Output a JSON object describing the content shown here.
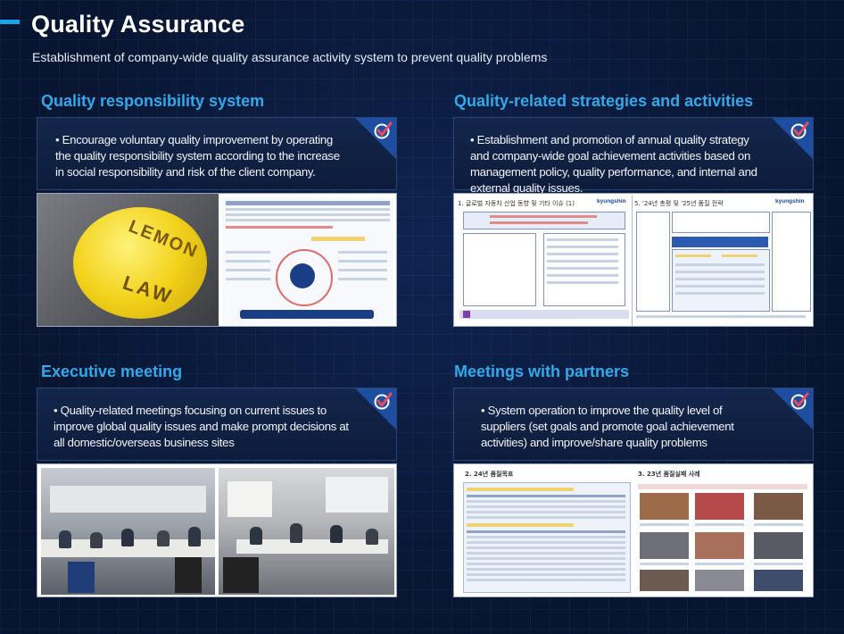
{
  "header": {
    "title": "Quality Assurance",
    "subtitle": "Establishment of company-wide quality assurance activity system to prevent quality problems"
  },
  "sections": [
    {
      "title": "Quality responsibility system",
      "text": "• Encourage voluntary quality improvement by operating the quality responsibility system according to the increase in social responsibility and risk of the client company.",
      "image": {
        "lemon_text_1": "LEMON",
        "lemon_text_2": "LAW"
      }
    },
    {
      "title": "Quality-related strategies and activities",
      "text": "• Establishment and promotion of annual quality strategy and company-wide goal achievement activities based on management policy, quality performance, and internal and external quality issues.",
      "image": {
        "left_heading": "1. 글로벌 자동차 산업 동향 및 기타 이슈 (1)",
        "right_heading": "5. '24년 총평 및 '25년 품질 전략",
        "logo": "kyungshin"
      }
    },
    {
      "title": "Executive meeting",
      "text": "• Quality-related meetings focusing on current issues to improve global quality issues and make prompt decisions at all domestic/overseas business sites"
    },
    {
      "title": "Meetings with partners",
      "text": "• System operation to improve the quality level of suppliers (set goals and promote goal achievement activities) and improve/share quality problems",
      "image": {
        "left_heading": "2. 24년 품질목표",
        "right_heading": "3. 23년 품질실패 사례"
      }
    }
  ],
  "colors": {
    "accent": "#1aa3e8",
    "section_title": "#31a9ea",
    "background": "#0b1a36"
  }
}
